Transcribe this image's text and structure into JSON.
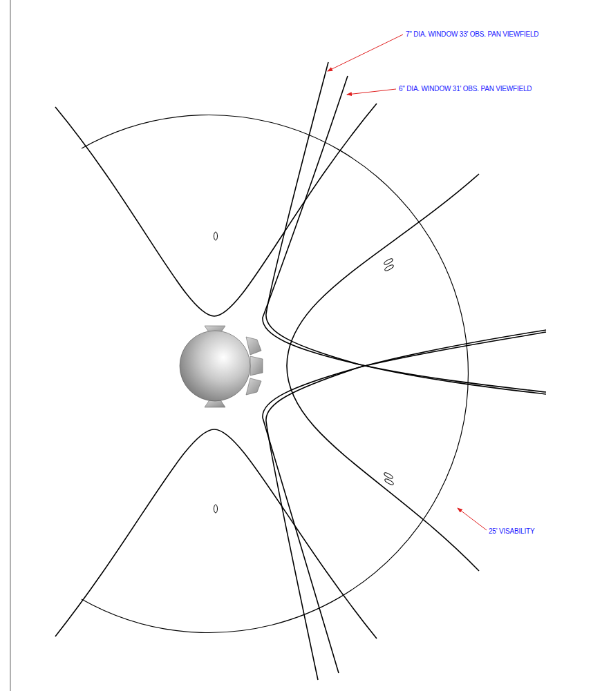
{
  "diagram": {
    "labels": [
      "7\" DIA. WINDOW 33' OBS. PAN VIEWFIELD",
      "6\" DIA. WINDOW 31' OBS. PAN VIEWFIELD",
      "25' VISABILITY"
    ]
  }
}
